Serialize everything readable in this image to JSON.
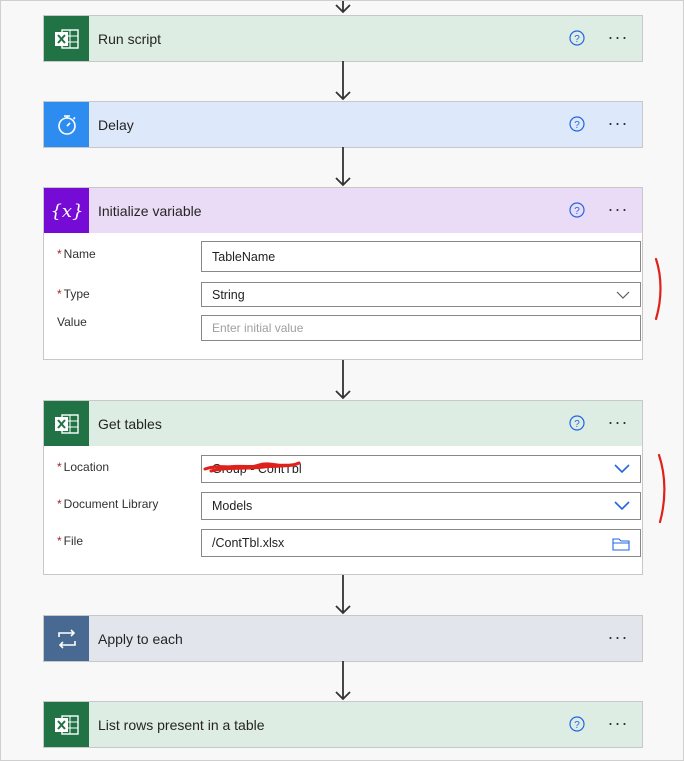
{
  "colors": {
    "excel_green": "#217346",
    "delay_blue": "#2d8cf0",
    "variable_purple": "#770bd6",
    "apply_slate": "#486991",
    "excel_header_bg": "#deede4",
    "delay_header_bg": "#dde9fb",
    "variable_header_bg": "#eadcf6",
    "apply_header_bg": "#e2e6ec",
    "annotation_red": "#e0201b"
  },
  "steps": {
    "run_script": {
      "title": "Run script",
      "icon": "excel-icon"
    },
    "delay": {
      "title": "Delay",
      "icon": "timer-icon"
    },
    "init_variable": {
      "title": "Initialize variable",
      "icon": "variable-icon",
      "fields": {
        "name": {
          "label": "Name",
          "required": "*",
          "value": "TableName"
        },
        "type": {
          "label": "Type",
          "required": "*",
          "value": "String"
        },
        "value": {
          "label": "Value",
          "placeholder": "Enter initial value"
        }
      }
    },
    "get_tables": {
      "title": "Get tables",
      "icon": "excel-icon",
      "fields": {
        "location": {
          "label": "Location",
          "required": "*",
          "value": "Group - ContTbl"
        },
        "library": {
          "label": "Document Library",
          "required": "*",
          "value": "Models"
        },
        "file": {
          "label": "File",
          "required": "*",
          "value": "/ContTbl.xlsx"
        }
      }
    },
    "apply_each": {
      "title": "Apply to each",
      "icon": "loop-icon"
    },
    "list_rows": {
      "title": "List rows present in a table",
      "icon": "excel-icon"
    }
  },
  "more_label": "···"
}
